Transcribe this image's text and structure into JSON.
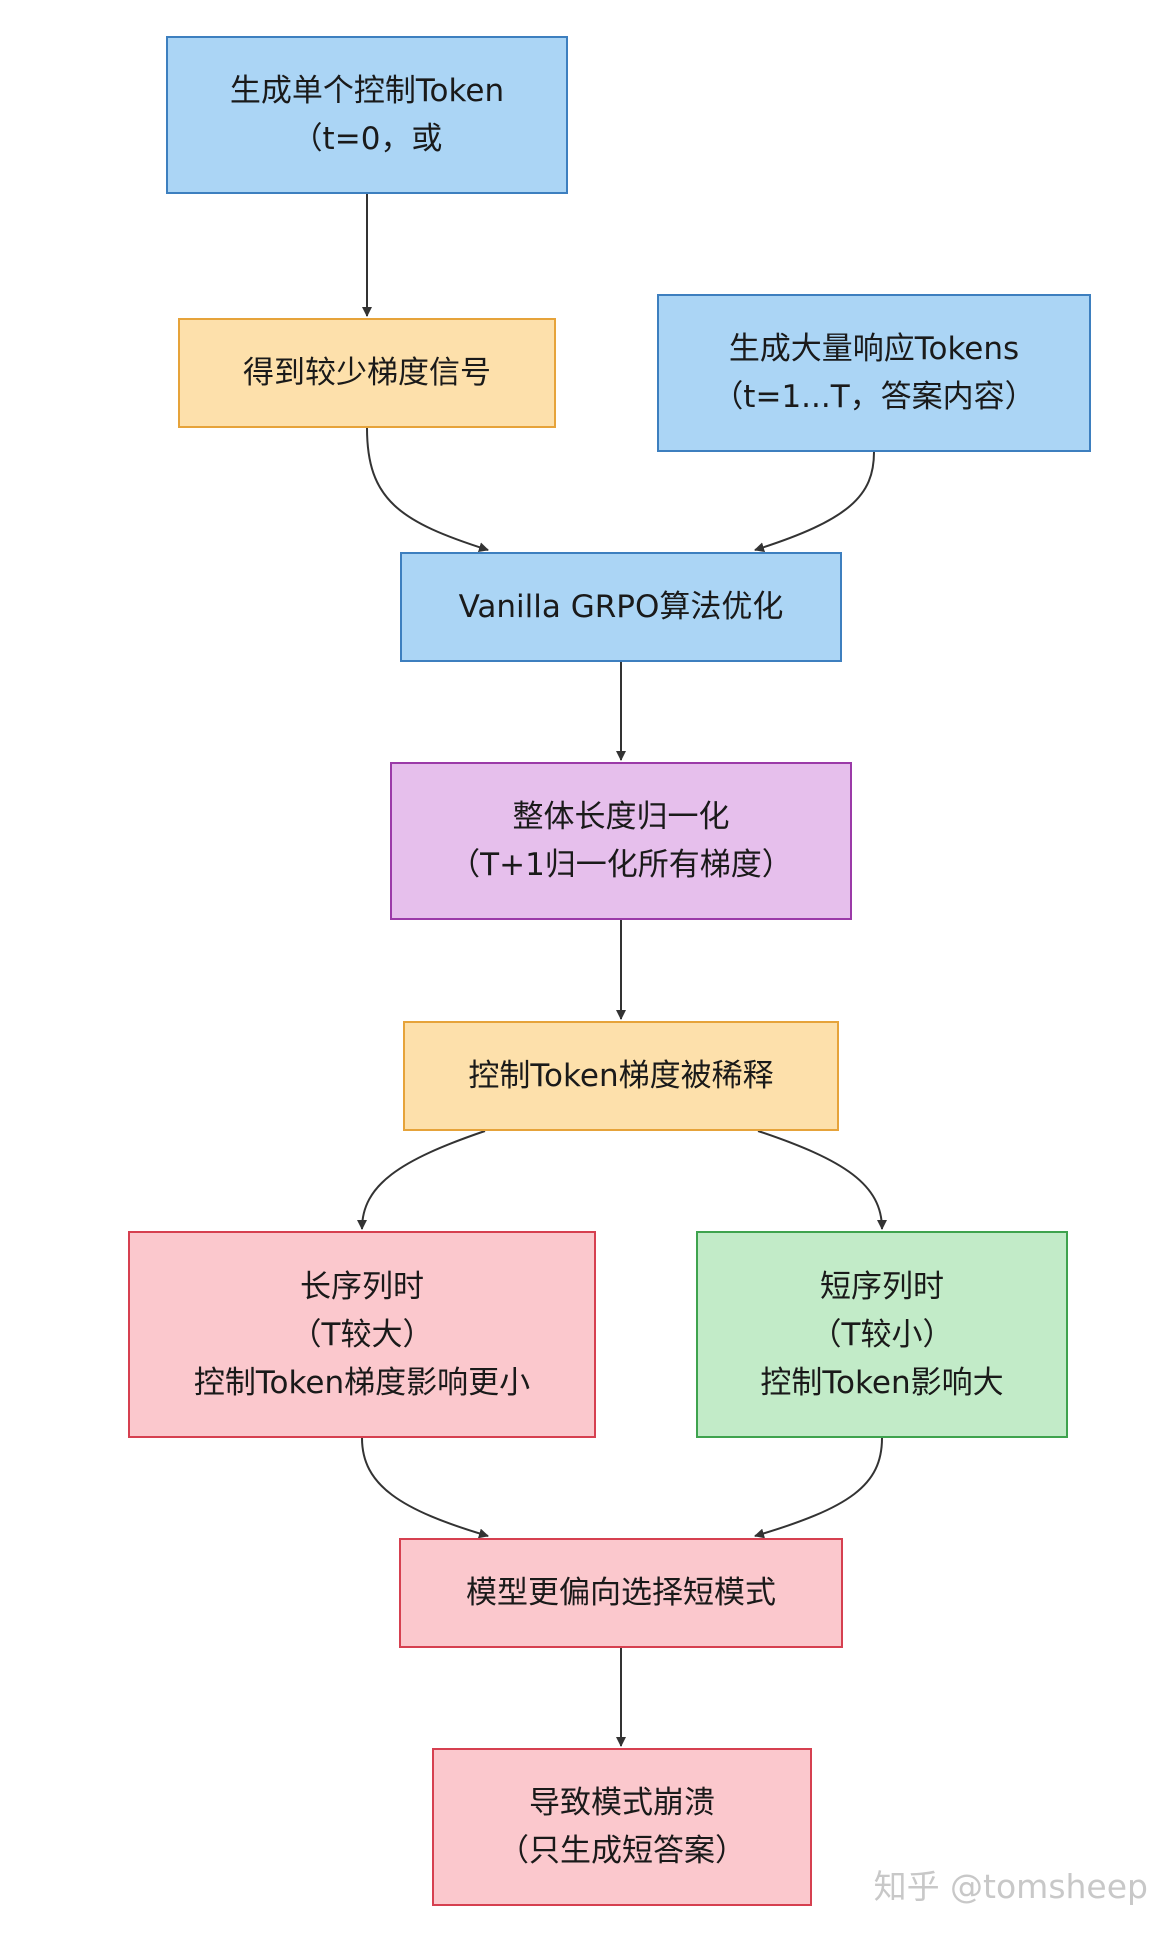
{
  "nodes": {
    "gen_control_token": [
      "生成单个控制Token",
      "（t=0，或"
    ],
    "few_gradient": [
      "得到较少梯度信号"
    ],
    "gen_response_tokens": [
      "生成大量响应Tokens",
      "（t=1...T，答案内容）"
    ],
    "vanilla_grpo": [
      "Vanilla GRPO算法优化"
    ],
    "length_norm": [
      "整体长度归一化",
      "（T+1归一化所有梯度）"
    ],
    "gradient_diluted": [
      "控制Token梯度被稀释"
    ],
    "long_seq": [
      "长序列时",
      "（T较大）",
      "控制Token梯度影响更小"
    ],
    "short_seq": [
      "短序列时",
      "（T较小）",
      "控制Token影响大"
    ],
    "prefer_short": [
      "模型更偏向选择短模式"
    ],
    "mode_collapse": [
      "导致模式崩溃",
      "（只生成短答案）"
    ]
  },
  "edges": [
    {
      "from": "gen_control_token",
      "to": "few_gradient"
    },
    {
      "from": "few_gradient",
      "to": "vanilla_grpo"
    },
    {
      "from": "gen_response_tokens",
      "to": "vanilla_grpo"
    },
    {
      "from": "vanilla_grpo",
      "to": "length_norm"
    },
    {
      "from": "length_norm",
      "to": "gradient_diluted"
    },
    {
      "from": "gradient_diluted",
      "to": "long_seq"
    },
    {
      "from": "gradient_diluted",
      "to": "short_seq"
    },
    {
      "from": "long_seq",
      "to": "prefer_short"
    },
    {
      "from": "short_seq",
      "to": "prefer_short"
    },
    {
      "from": "prefer_short",
      "to": "mode_collapse"
    }
  ],
  "colors": {
    "blue_fill": "#abd5f5",
    "orange_fill": "#fde0ab",
    "purple_fill": "#e6bfec",
    "pink_fill": "#fbc8cd",
    "green_fill": "#c2ebc8",
    "edge": "#333333"
  },
  "watermark": "知乎 @tomsheep"
}
